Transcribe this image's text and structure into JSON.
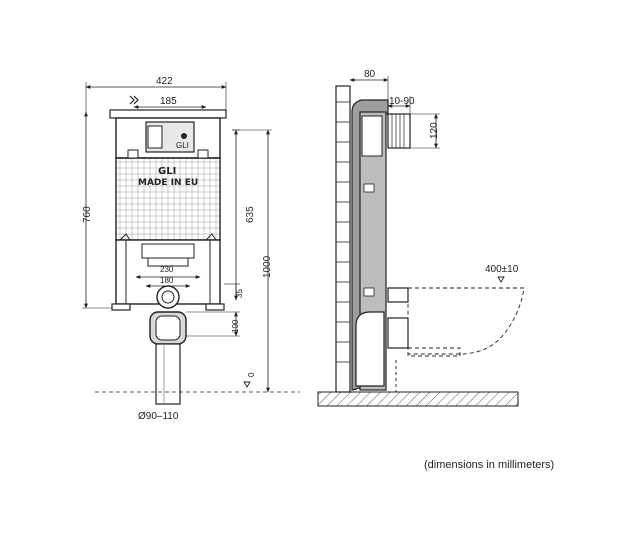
{
  "front_view": {
    "dim_width": "422",
    "dim_top_opening": "185",
    "dim_height": "760",
    "dim_frame_height": "635",
    "dim_total_height": "1000",
    "dim_fixing_230": "230",
    "dim_fixing_180": "180",
    "dim_35": "35",
    "dim_100": "100",
    "dim_zero": "0",
    "dim_pipe": "Ø90–110",
    "logo_top": "GLI",
    "logo_bottom": "MADE IN EU",
    "badge": "GLI"
  },
  "side_view": {
    "dim_depth": "80",
    "dim_wall_gap": "10-90",
    "dim_inlet": "120",
    "dim_bowl": "400±10"
  },
  "note": "(dimensions in millimeters)"
}
